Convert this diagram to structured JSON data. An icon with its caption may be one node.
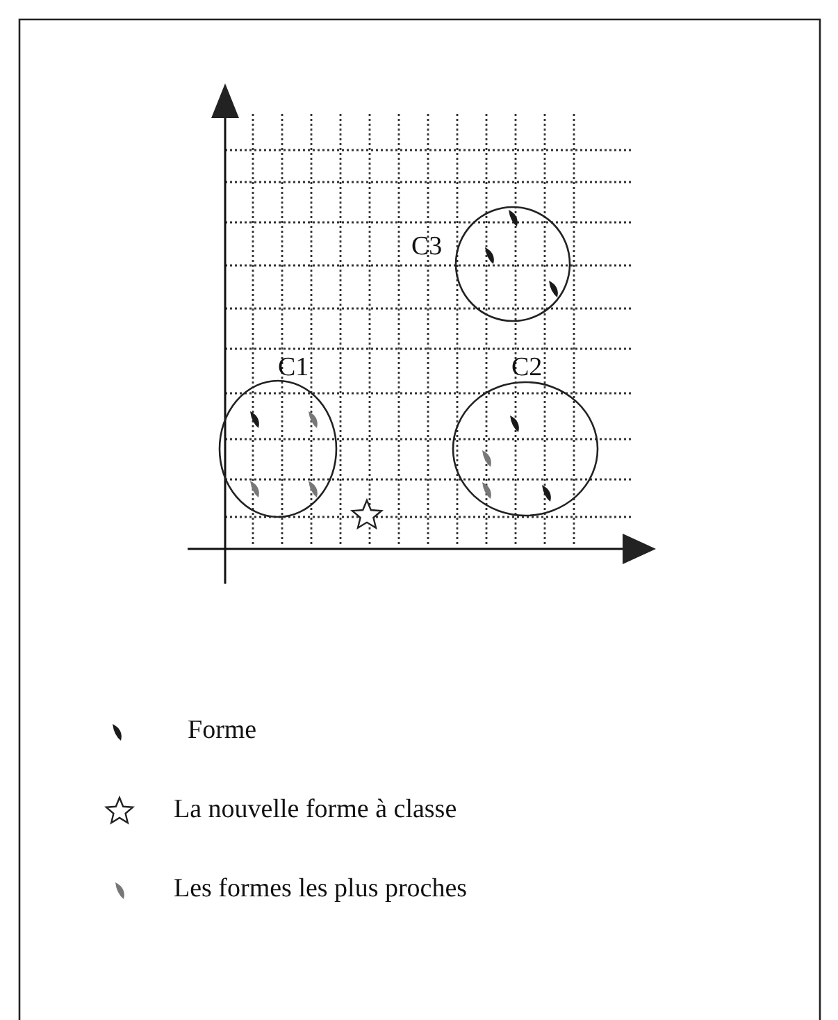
{
  "diagram": {
    "nodes": [
      {
        "text": [
          "C3"
        ]
      },
      {
        "text": [
          "C1"
        ]
      },
      {
        "text": [
          "C2"
        ]
      }
    ],
    "legend": [
      {
        "text": "Forme"
      },
      {
        "text": "La nouvelle forme à classe"
      },
      {
        "text": "Les formes les plus proches"
      }
    ]
  }
}
